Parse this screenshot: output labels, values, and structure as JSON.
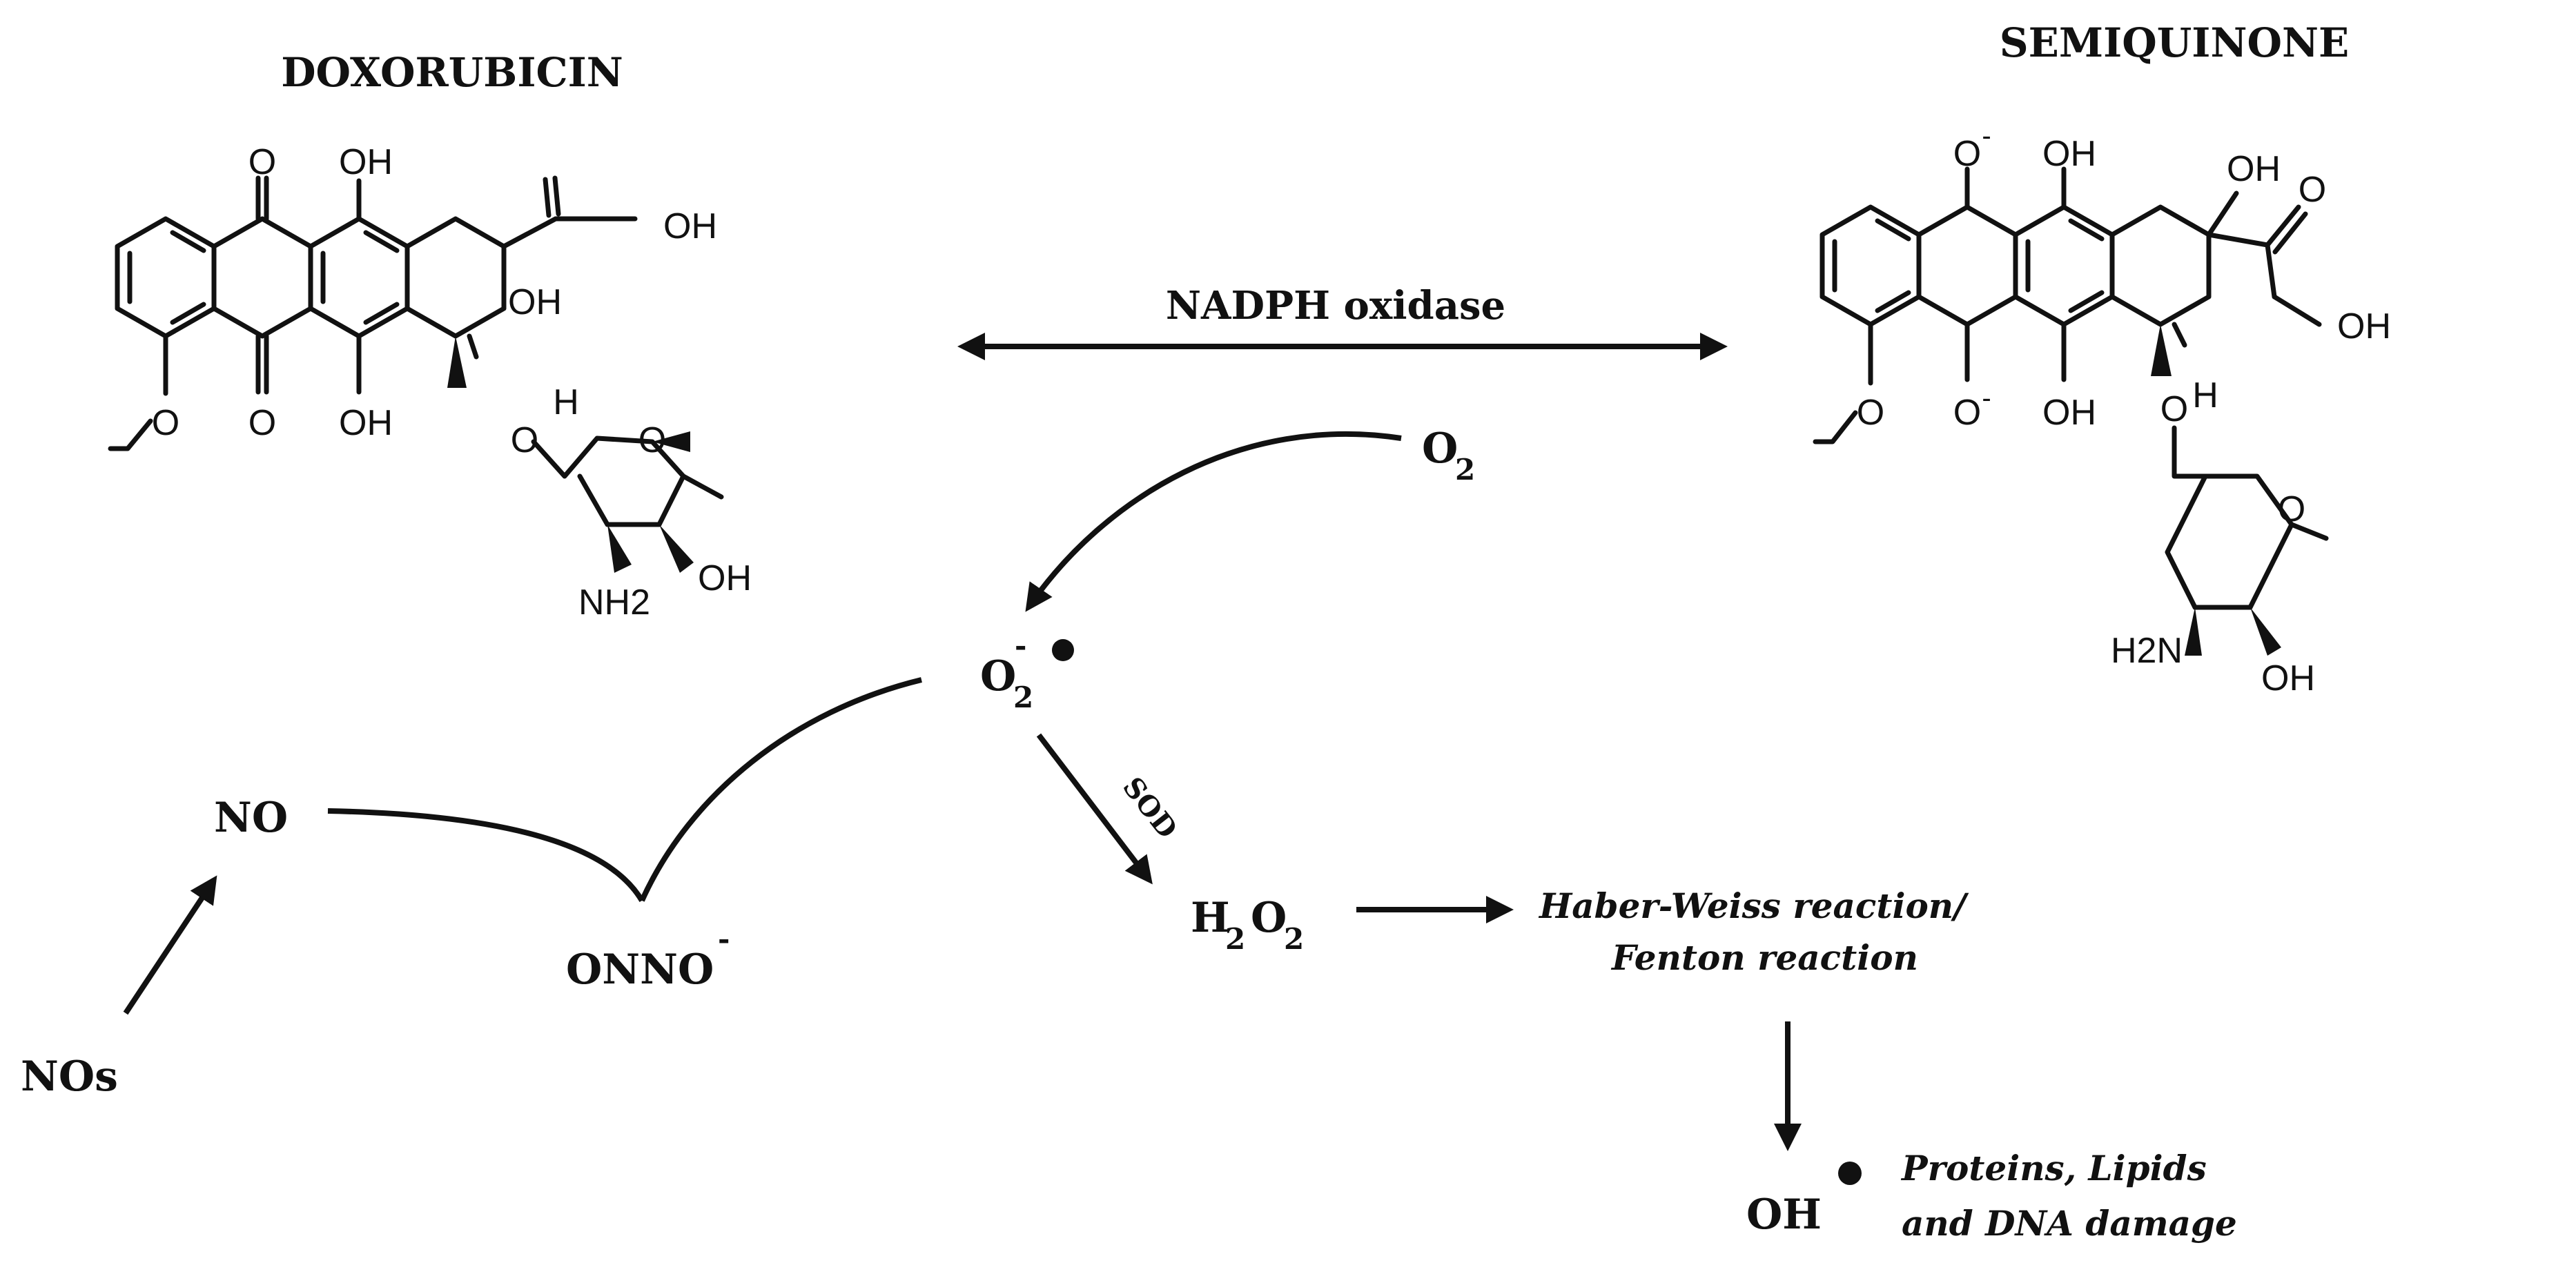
{
  "molecules": {
    "doxorubicin": {
      "title": "DOXORUBICIN",
      "atoms": {
        "o1": "O",
        "oh1": "OH",
        "o2": "O",
        "oh2": "OH",
        "oh_side": "OH",
        "oh_ring": "OH",
        "h": "H",
        "ome": "O",
        "o_link": "O",
        "o_sugar": "O",
        "oh_sugar": "OH",
        "nh2": "NH2"
      }
    },
    "semiquinone": {
      "title": "SEMIQUINONE",
      "atoms": {
        "o_minus1": "O",
        "minus1": "-",
        "oh1": "OH",
        "o_minus2": "O",
        "minus2": "-",
        "oh2": "OH",
        "oh_ring": "OH",
        "o_keto": "O",
        "oh_side": "OH",
        "h": "H",
        "ome": "O",
        "o_link": "O",
        "o_sugar": "O",
        "oh_sugar": "OH",
        "nh2": "H2N"
      }
    }
  },
  "labels": {
    "nadph": "NADPH oxidase",
    "o2": "O",
    "o2_sub": "2",
    "superoxide": "O",
    "superoxide_sub": "2",
    "superoxide_sup": "-",
    "sod": "SOD",
    "h2o2_h": "H",
    "h2o2_sub1": "2",
    "h2o2_o": "O",
    "h2o2_sub2": "2",
    "haber": "Haber-Weiss reaction/",
    "fenton": "Fenton reaction",
    "no": "NO",
    "nos": "NOs",
    "onno": "ONNO",
    "onno_sup": "-",
    "oh": "OH",
    "damage1": "Proteins, Lipids",
    "damage2": "and DNA damage"
  }
}
